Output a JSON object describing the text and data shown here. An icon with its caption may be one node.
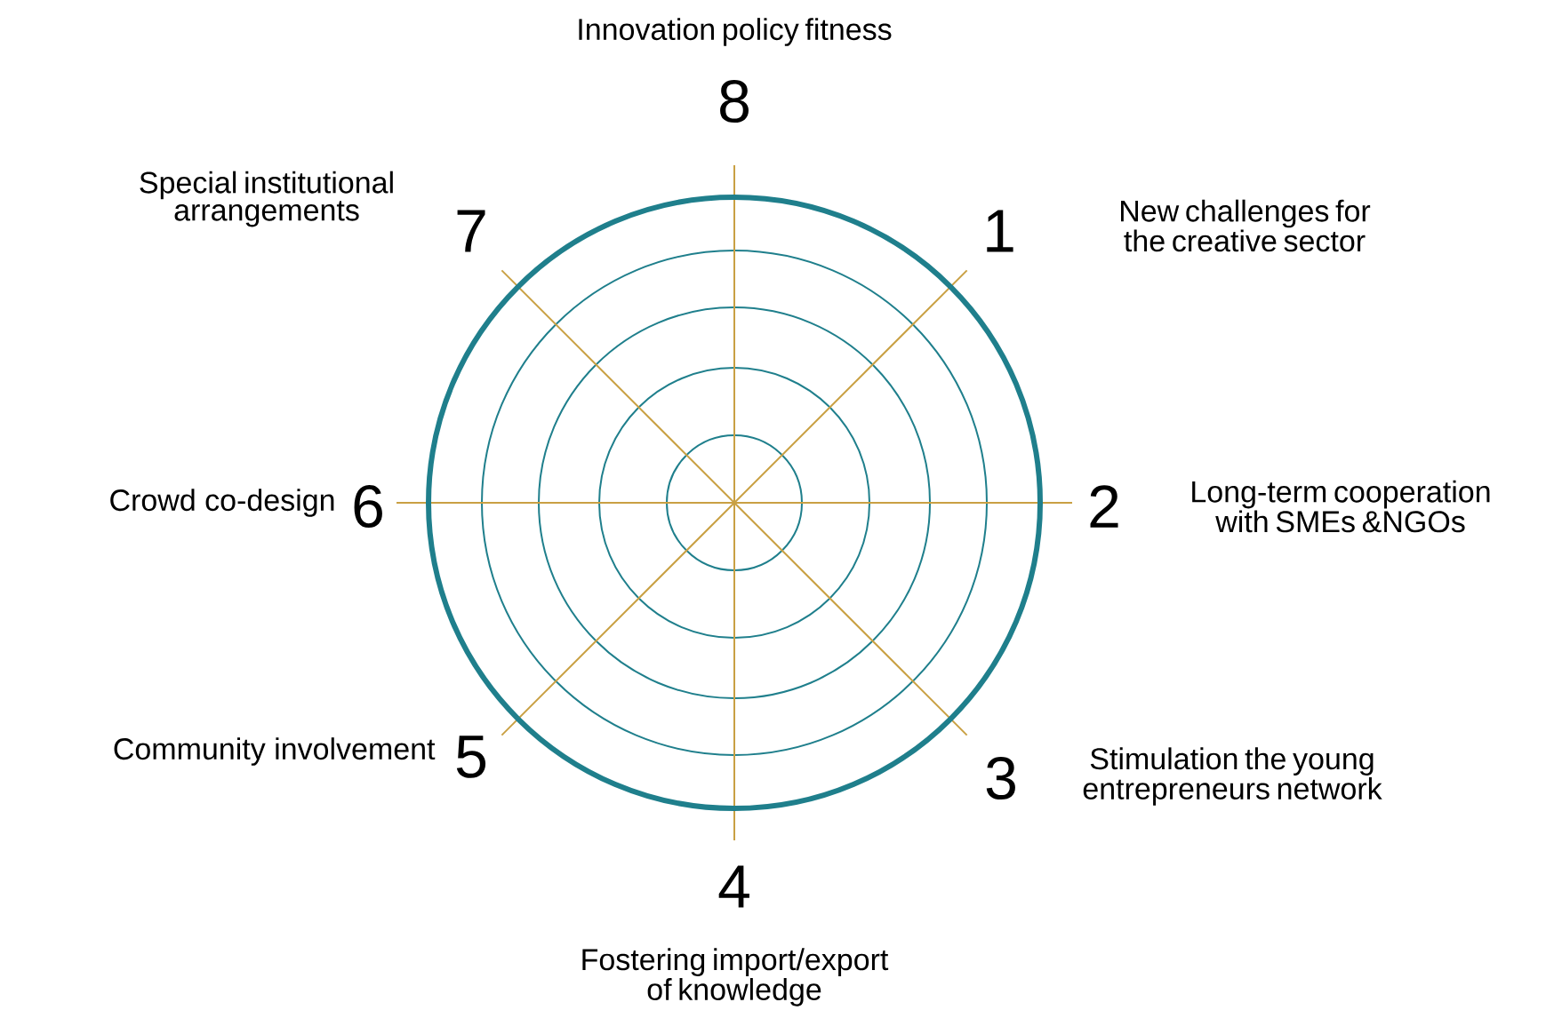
{
  "diagram": {
    "labels": [
      "Innovation policy fitness",
      "8",
      "Special institutional arrangements",
      "7",
      "1",
      "New challenges for the creative sector",
      "Crowd co-design",
      "6",
      "2",
      "Long-term cooperation with SMEs &NGOs",
      "Community involvement",
      "5",
      "3",
      "Stimulation the young entrepreneurs network",
      "4",
      "Fostering import/export of knowledge"
    ]
  }
}
